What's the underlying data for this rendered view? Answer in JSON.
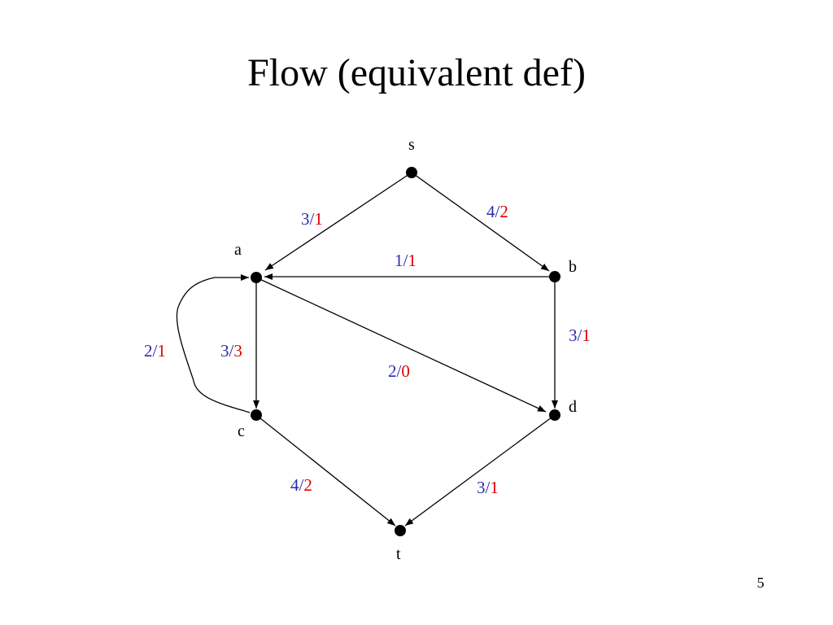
{
  "slide": {
    "title": "Flow (equivalent def)",
    "page_number": "5"
  },
  "colors": {
    "capacity": "#2b2bb0",
    "flow": "#dd0000",
    "edge": "#000000"
  },
  "graph": {
    "nodes": [
      {
        "id": "s",
        "label": "s"
      },
      {
        "id": "a",
        "label": "a"
      },
      {
        "id": "b",
        "label": "b"
      },
      {
        "id": "c",
        "label": "c"
      },
      {
        "id": "d",
        "label": "d"
      },
      {
        "id": "t",
        "label": "t"
      }
    ],
    "edges": [
      {
        "from": "s",
        "to": "a",
        "capacity": "3",
        "flow": "1"
      },
      {
        "from": "s",
        "to": "b",
        "capacity": "4",
        "flow": "2"
      },
      {
        "from": "b",
        "to": "a",
        "capacity": "1",
        "flow": "1"
      },
      {
        "from": "c",
        "to": "a",
        "capacity": "2",
        "flow": "1"
      },
      {
        "from": "a",
        "to": "c",
        "capacity": "3",
        "flow": "3"
      },
      {
        "from": "a",
        "to": "d",
        "capacity": "2",
        "flow": "0"
      },
      {
        "from": "b",
        "to": "d",
        "capacity": "3",
        "flow": "1"
      },
      {
        "from": "c",
        "to": "t",
        "capacity": "4",
        "flow": "2"
      },
      {
        "from": "d",
        "to": "t",
        "capacity": "3",
        "flow": "1"
      }
    ]
  }
}
